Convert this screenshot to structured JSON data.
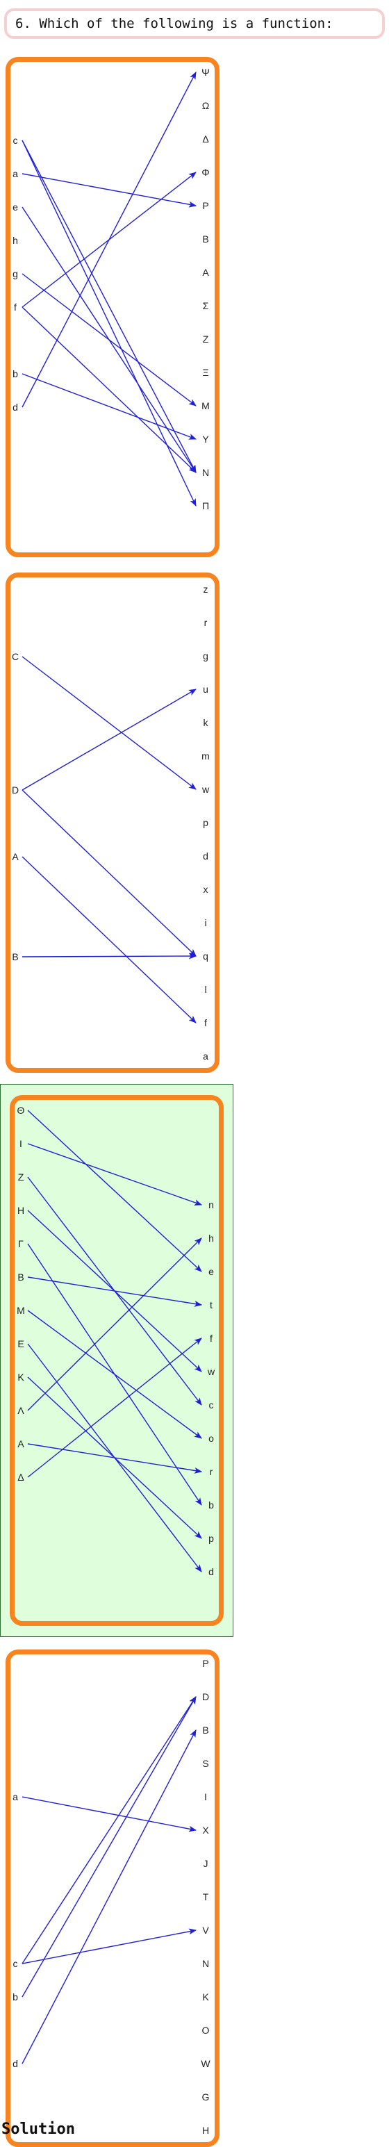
{
  "question": {
    "text": "6. Which of the following is a function:"
  },
  "colors": {
    "card_border": "#f7841f",
    "arrow": "#1f1fd6",
    "correct_background": "#dfffdc",
    "correct_border": "#2f6f2f"
  },
  "options": [
    {
      "id": "option-1",
      "is_correct": false,
      "domain": [
        "c",
        "a",
        "e",
        "h",
        "g",
        "f",
        "b",
        "d"
      ],
      "codomain": [
        "Ψ",
        "Ω",
        "Δ",
        "Φ",
        "Ρ",
        "Β",
        "Α",
        "Σ",
        "Ζ",
        "Ξ",
        "Μ",
        "Υ",
        "Ν",
        "Π"
      ],
      "arrows": [
        [
          "c",
          "Ν"
        ],
        [
          "c",
          "Π"
        ],
        [
          "a",
          "Ρ"
        ],
        [
          "e",
          "Ν"
        ],
        [
          "g",
          "Μ"
        ],
        [
          "f",
          "Φ"
        ],
        [
          "f",
          "Ν"
        ],
        [
          "b",
          "Υ"
        ],
        [
          "d",
          "Ψ"
        ]
      ]
    },
    {
      "id": "option-2",
      "is_correct": false,
      "domain": [
        "C",
        "D",
        "A",
        "B"
      ],
      "codomain": [
        "z",
        "r",
        "g",
        "u",
        "k",
        "m",
        "w",
        "p",
        "d",
        "x",
        "i",
        "q",
        "l",
        "f",
        "a"
      ],
      "arrows": [
        [
          "C",
          "w"
        ],
        [
          "D",
          "u"
        ],
        [
          "D",
          "q"
        ],
        [
          "A",
          "f"
        ],
        [
          "B",
          "q"
        ]
      ]
    },
    {
      "id": "option-3",
      "is_correct": true,
      "domain": [
        "Θ",
        "Ι",
        "Ζ",
        "Η",
        "Γ",
        "Β",
        "Μ",
        "Ε",
        "Κ",
        "Λ",
        "Α",
        "Δ"
      ],
      "codomain": [
        "n",
        "h",
        "e",
        "t",
        "f",
        "w",
        "c",
        "o",
        "r",
        "b",
        "p",
        "d"
      ],
      "arrows": [
        [
          "Θ",
          "e"
        ],
        [
          "Ι",
          "n"
        ],
        [
          "Ζ",
          "c"
        ],
        [
          "Η",
          "w"
        ],
        [
          "Γ",
          "b"
        ],
        [
          "Β",
          "t"
        ],
        [
          "Μ",
          "o"
        ],
        [
          "Ε",
          "d"
        ],
        [
          "Κ",
          "p"
        ],
        [
          "Λ",
          "h"
        ],
        [
          "Α",
          "r"
        ],
        [
          "Δ",
          "f"
        ]
      ]
    },
    {
      "id": "option-4",
      "is_correct": false,
      "domain": [
        "a",
        "c",
        "b",
        "d"
      ],
      "codomain": [
        "P",
        "D",
        "B",
        "S",
        "I",
        "X",
        "J",
        "T",
        "V",
        "N",
        "K",
        "O",
        "W",
        "G",
        "H"
      ],
      "arrows": [
        [
          "a",
          "X"
        ],
        [
          "c",
          "D"
        ],
        [
          "c",
          "V"
        ],
        [
          "b",
          "D"
        ],
        [
          "d",
          "B"
        ]
      ]
    }
  ],
  "solution": {
    "label": "Solution"
  }
}
